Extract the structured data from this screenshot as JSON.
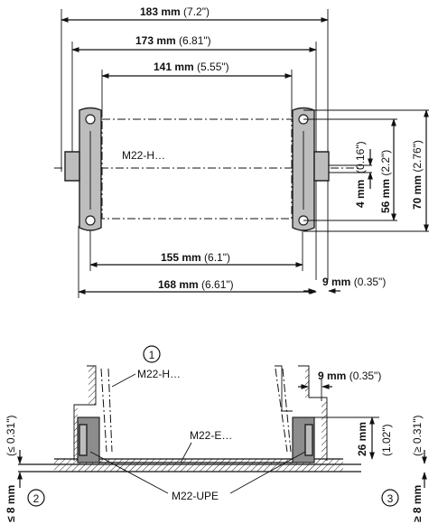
{
  "top_view": {
    "dim_183": {
      "value": "183 mm",
      "imperial": "(7.2\")"
    },
    "dim_173": {
      "value": "173 mm",
      "imperial": "(6.81\")"
    },
    "dim_141": {
      "value": "141 mm",
      "imperial": "(5.55\")"
    },
    "dim_155": {
      "value": "155 mm",
      "imperial": "(6.1\")"
    },
    "dim_168": {
      "value": "168 mm",
      "imperial": "(6.61\")"
    },
    "dim_9": {
      "value": "9 mm",
      "imperial": "(0.35\")"
    },
    "dim_4": {
      "value": "4 mm",
      "imperial": "(0.16\")"
    },
    "dim_56": {
      "value": "56 mm",
      "imperial": "(2.2\")"
    },
    "dim_70": {
      "value": "70 mm",
      "imperial": "(2.76\")"
    },
    "part_label": "M22-H…"
  },
  "side_view": {
    "marker_1": "1",
    "marker_2": "2",
    "marker_3": "3",
    "label_h": "M22-H…",
    "label_e": "M22-E…",
    "label_upe": "M22-UPE",
    "dim_9": {
      "value": "9 mm",
      "imperial": "(0.35\")"
    },
    "dim_26": {
      "value": "26 mm",
      "imperial": "(1.02\")"
    },
    "dim_left": {
      "value": "≤ 8 mm",
      "imperial": "(≤ 0.31\")"
    },
    "dim_right": {
      "value": "≥ 8 mm",
      "imperial": "(≥ 0.31\")"
    }
  }
}
